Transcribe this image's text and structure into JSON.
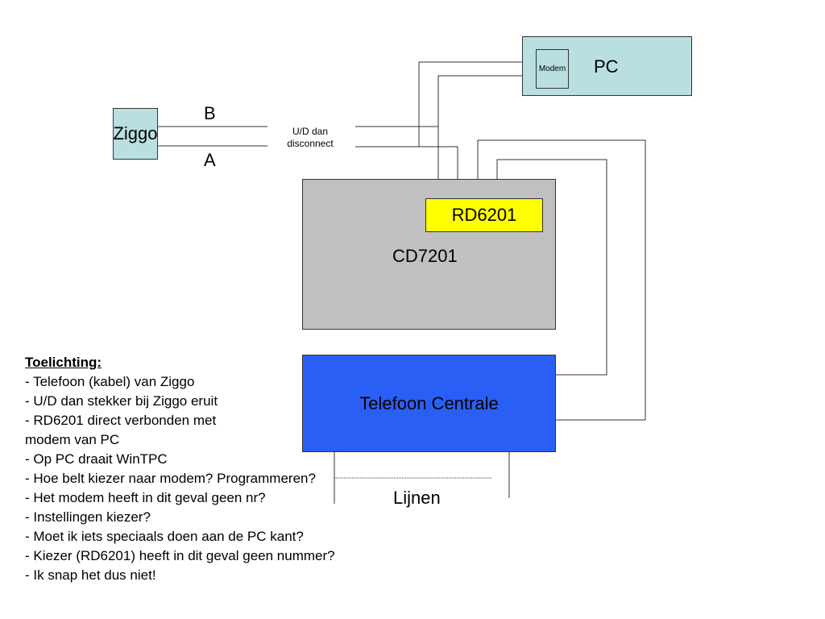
{
  "nodes": {
    "pc": "PC",
    "modem": "Modem",
    "ziggo": "Ziggo",
    "cd7201": "CD7201",
    "rd6201": "RD6201",
    "telefoon_centrale": "Telefoon Centrale"
  },
  "wire_labels": {
    "b": "B",
    "a": "A",
    "ud_line1": "U/D dan",
    "ud_line2": "disconnect",
    "lijnen": "Lijnen"
  },
  "notes": {
    "heading": "Toelichting:",
    "lines": [
      "- Telefoon (kabel) van Ziggo",
      "- U/D dan stekker bij Ziggo eruit",
      "- RD6201 direct verbonden met",
      "modem van PC",
      "- Op PC draait WinTPC",
      "- Hoe belt kiezer naar modem? Programmeren?",
      "- Het modem heeft in dit geval geen nr?",
      "- Instellingen kiezer?",
      "- Moet ik iets speciaals doen aan de PC kant?",
      "- Kiezer (RD6201) heeft in dit geval geen nummer?",
      "- Ik snap het dus niet!"
    ]
  },
  "colors": {
    "pc_fill": "#b9dfe0",
    "ziggo_fill": "#b9dfe0",
    "cd7201_fill": "#c0c0c0",
    "rd6201_fill": "#ffff00",
    "centrale_fill": "#2a5ff5"
  }
}
